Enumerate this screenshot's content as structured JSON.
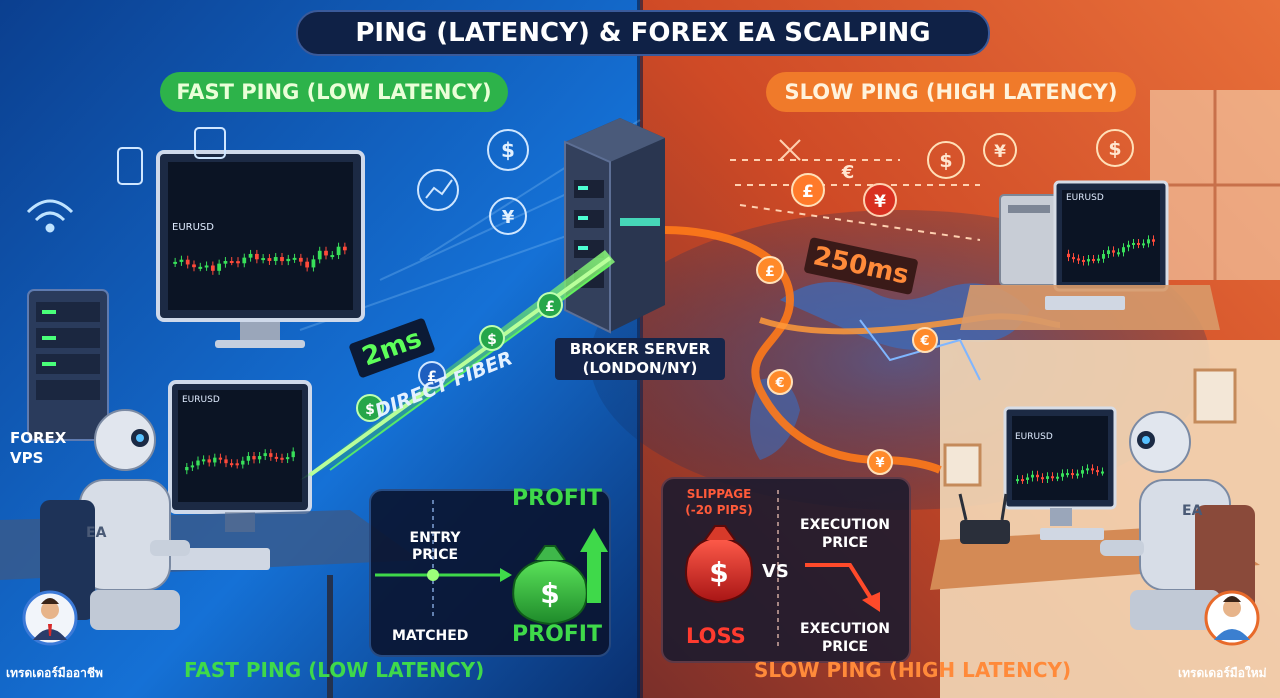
{
  "title": "PING (LATENCY) & FOREX EA SCALPING",
  "left": {
    "heading": "FAST PING (LOW LATENCY)",
    "footer": "FAST PING (LOW LATENCY)",
    "latency": "2ms",
    "connection": "DIRECT FIBER",
    "vps_label": "FOREX VPS",
    "monitor_top_label": "EURUSD",
    "monitor_bottom_label": "EURUSD",
    "robot_label": "EA",
    "entry_label": "ENTRY PRICE",
    "matched_label": "MATCHED",
    "profit_top": "PROFIT",
    "profit_bottom": "PROFIT",
    "avatar_caption": "เทรดเดอร์มืออาชีพ"
  },
  "center": {
    "server_label": "BROKER SERVER (LONDON/NY)"
  },
  "right": {
    "heading": "SLOW PING (HIGH LATENCY)",
    "footer": "SLOW PING (HIGH LATENCY)",
    "latency": "250ms",
    "monitor_top_label": "EURUSD",
    "monitor_bottom_label": "EURUSD",
    "robot_label": "EA",
    "slippage_label": "SLIPPAGE (-20 PIPS)",
    "loss_label": "LOSS",
    "vs_label": "VS",
    "execution_top": "EXECUTION PRICE",
    "execution_bottom": "EXECUTION PRICE",
    "avatar_caption": "เทรดเดอร์มือใหม่"
  },
  "colors": {
    "left_bg": "#0f5fc0",
    "right_bg": "#d8542c",
    "profit_green": "#3fd94a",
    "loss_red": "#ff3b2f",
    "heading_orange": "#f07a2a",
    "heading_green": "#2db34a",
    "fiber_green": "#5dff5a",
    "route_orange": "#ff7a1a"
  }
}
